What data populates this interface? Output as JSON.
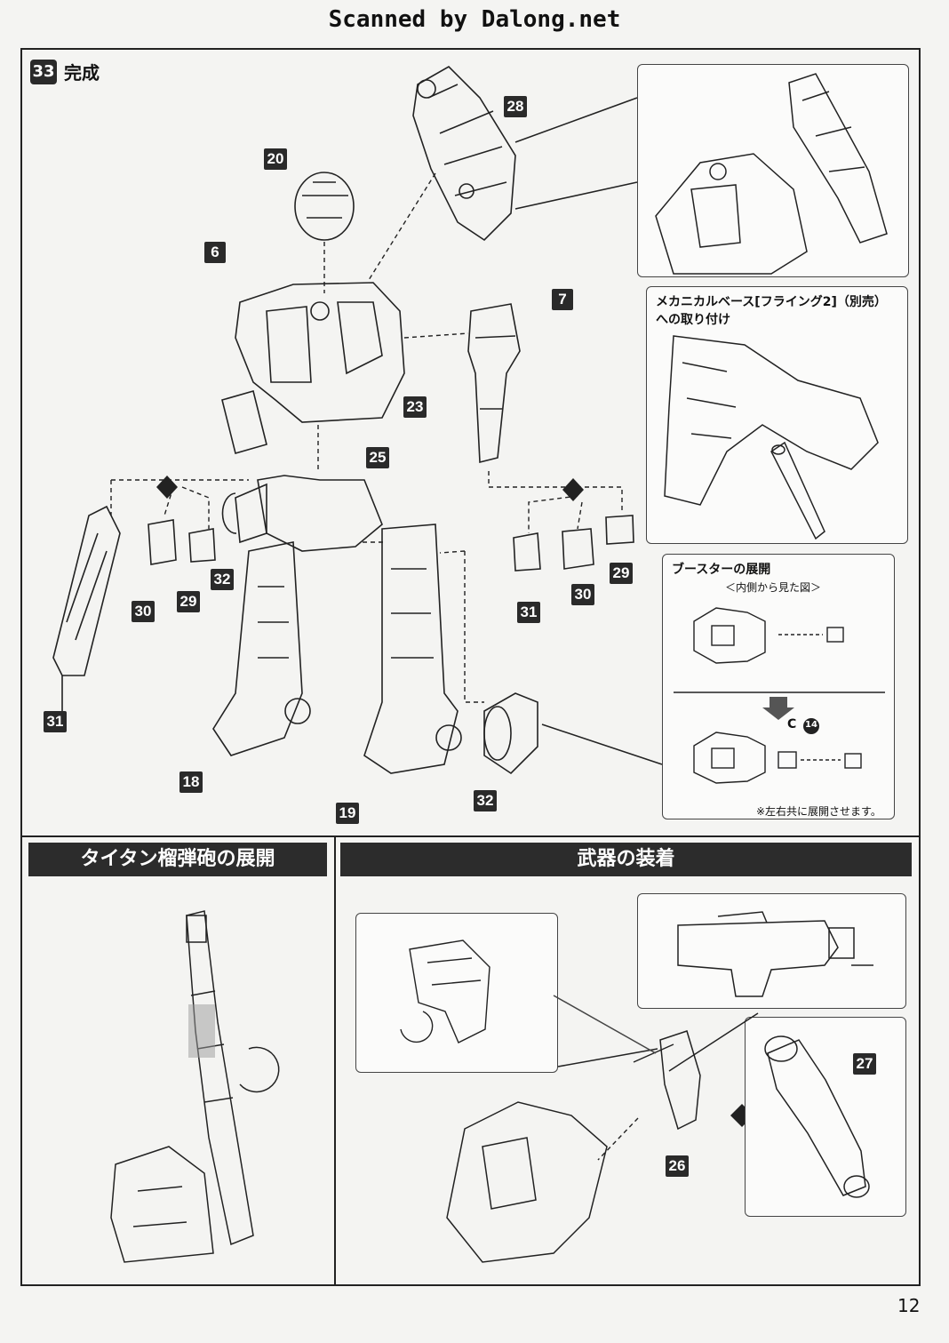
{
  "header": {
    "scan_credit": "Scanned by Dalong.net"
  },
  "step": {
    "number": "33",
    "title": "完成"
  },
  "part_tags": [
    "28",
    "20",
    "6",
    "7",
    "23",
    "25",
    "32",
    "30",
    "29",
    "31",
    "18",
    "19",
    "31",
    "30",
    "29",
    "32"
  ],
  "mech_base_panel": {
    "title_line1": "メカニカルベース[フライング2]（別売）",
    "title_line2": "への取り付け"
  },
  "booster_panel": {
    "title": "ブースターの展開",
    "subtitle": "＜内側から見た図＞",
    "callout_letter": "C",
    "callout_number": "14",
    "note": "※左右共に展開させます。"
  },
  "bottom_left": {
    "banner": "タイタン榴弾砲の展開"
  },
  "bottom_right": {
    "banner": "武器の装着",
    "tags": [
      "27",
      "26"
    ]
  },
  "page_number": "12"
}
